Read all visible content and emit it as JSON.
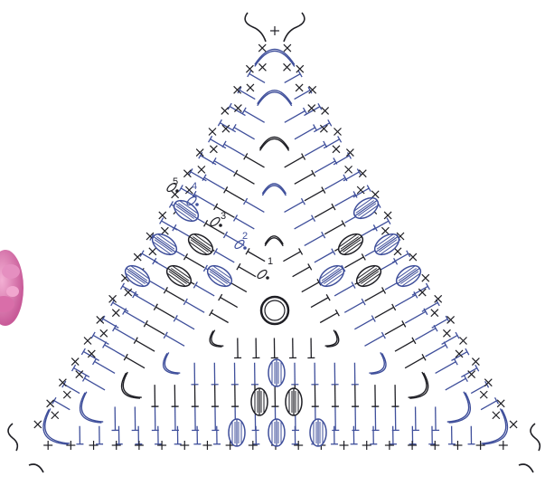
{
  "colors": {
    "background": "#ffffff",
    "black": "#1e1e24",
    "blue": "#3f4f9b",
    "yarn": "#e27fb7",
    "yarn_dark": "#c85a98"
  },
  "round_numbers": [
    "1",
    "2",
    "3",
    "4",
    "5"
  ],
  "stitch_symbols": {
    "single_crochet": "cross-symbol",
    "double_crochet": "t-bar-symbol",
    "cluster": "puff-stitch-ellipse",
    "chain": "chain-loop",
    "ring": "magic-ring"
  },
  "rounds": [
    {
      "number": "1",
      "color": "black"
    },
    {
      "number": "2",
      "color": "blue"
    },
    {
      "number": "3",
      "color": "black"
    },
    {
      "number": "4",
      "color": "blue"
    },
    {
      "number": "5",
      "color": "black"
    }
  ]
}
